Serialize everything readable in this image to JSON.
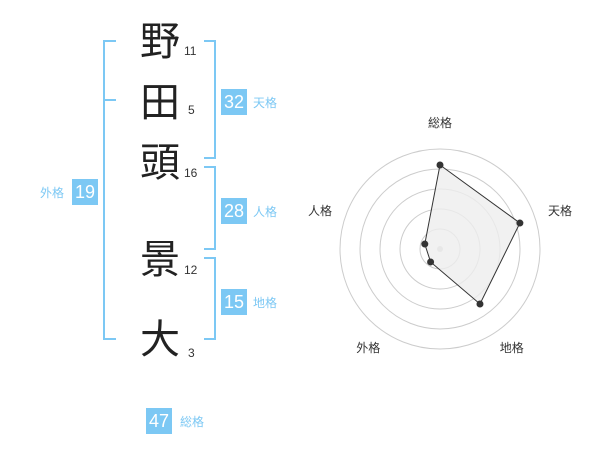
{
  "name": {
    "characters": [
      {
        "char": "野",
        "strokes": "11"
      },
      {
        "char": "田",
        "strokes": "5"
      },
      {
        "char": "頭",
        "strokes": "16"
      },
      {
        "char": "景",
        "strokes": "12"
      },
      {
        "char": "大",
        "strokes": "3"
      }
    ]
  },
  "fortunes": {
    "tenkaku": {
      "value": "32",
      "label": "天格"
    },
    "jinkaku": {
      "value": "28",
      "label": "人格"
    },
    "chikaku": {
      "value": "15",
      "label": "地格"
    },
    "gaikaku": {
      "value": "19",
      "label": "外格"
    },
    "soukaku": {
      "value": "47",
      "label": "総格"
    }
  },
  "colors": {
    "accent": "#7cc8f4",
    "text": "#222222",
    "polygon_fill": "#eeeeee",
    "polygon_stroke": "#333333",
    "ring": "#cccccc"
  },
  "chart_data": {
    "type": "radar",
    "axes": [
      "総格",
      "天格",
      "地格",
      "外格",
      "人格"
    ],
    "values": [
      4.2,
      4.2,
      3.4,
      0.8,
      0.8
    ],
    "rlim": [
      0,
      5
    ],
    "rings": 5,
    "grid": true
  }
}
